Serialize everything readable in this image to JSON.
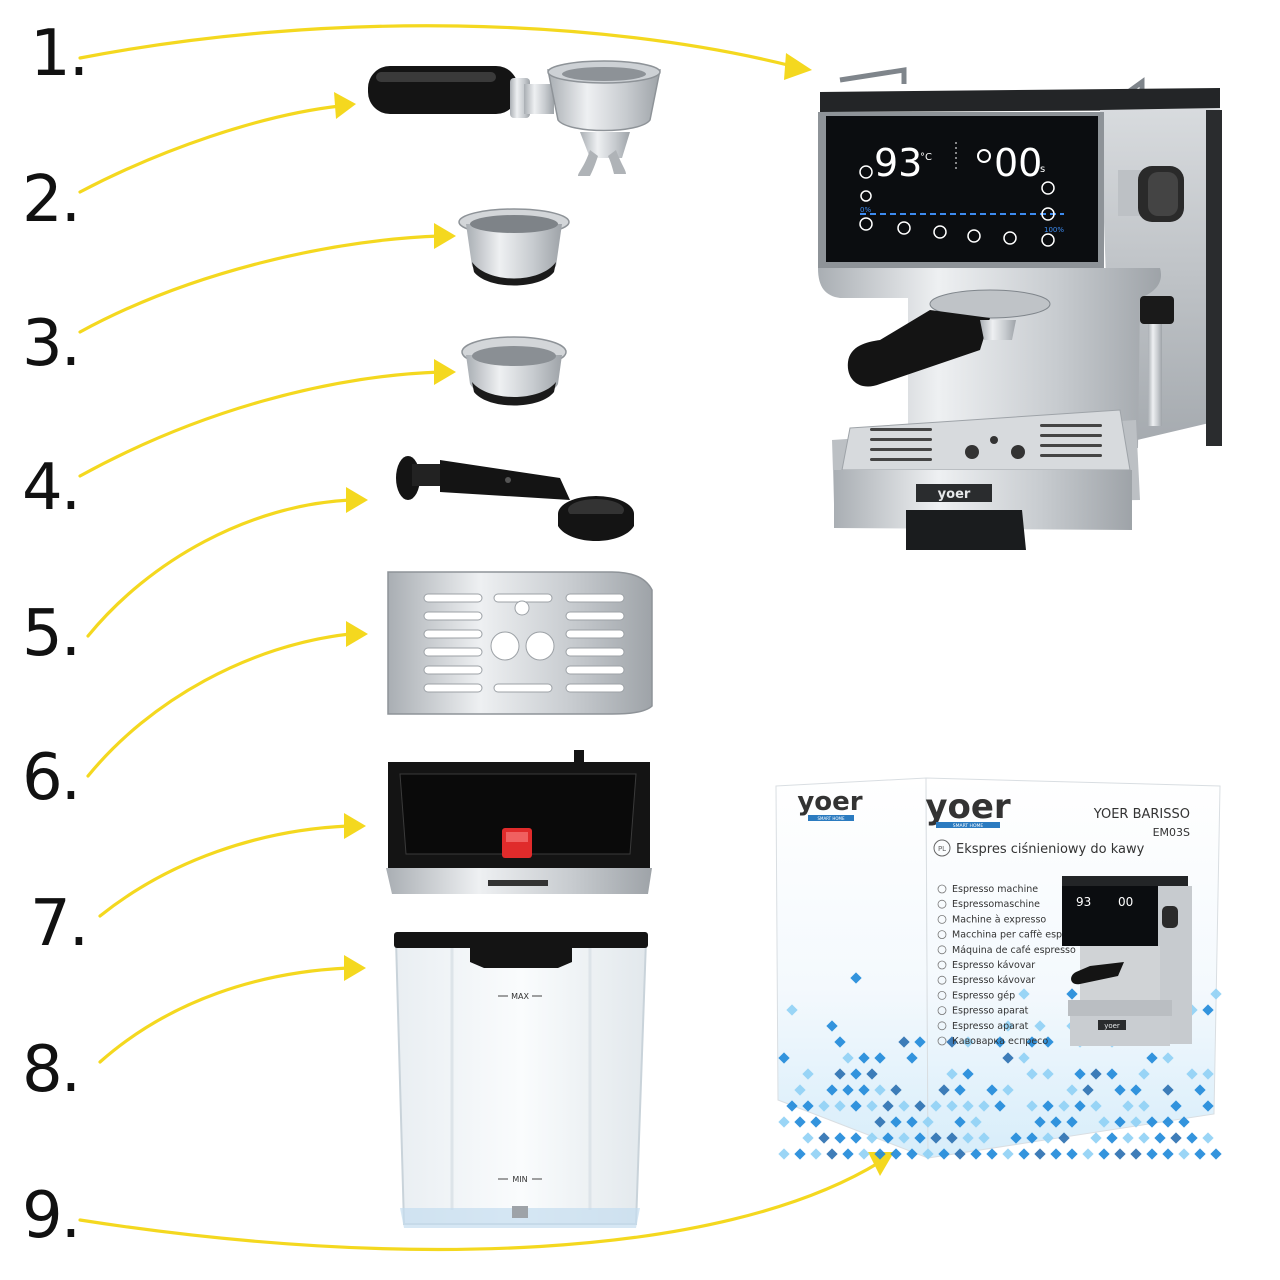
{
  "labels": [
    "1.",
    "2.",
    "3.",
    "4.",
    "5.",
    "6.",
    "7.",
    "8.",
    "9."
  ],
  "colors": {
    "arrow": "#F4D81F",
    "steel_light": "#E6E8EA",
    "steel_dark": "#9EA3A8",
    "black": "#141414",
    "panel": "#0B0D10",
    "display": "#FFFFFF",
    "display_accent": "#3D8BF0",
    "red_float": "#E02B2B",
    "tank_edge": "#C9D3DA",
    "box_blue": "#1E88D9",
    "box_light": "#8FD0F5"
  },
  "machine": {
    "temp_display": "93",
    "temp_unit": "°C",
    "time_display": "00",
    "time_unit": "s",
    "level_left": "0%",
    "level_right": "100%",
    "brand": "yoer"
  },
  "tank": {
    "max_label": "MAX",
    "min_label": "MIN"
  },
  "box": {
    "brand_small": "yoer",
    "brand_small_tag": "SMART HOME",
    "brand_large": "yoer",
    "brand_large_tag": "SMART HOME",
    "model_line": "YOER BARISSO",
    "model_code": "EM03S",
    "lang_code": "PL",
    "title": "Ekspres ciśnieniowy do kawy",
    "languages": [
      "Espresso machine",
      "Espressomaschine",
      "Machine à expresso",
      "Macchina per caffè espresso",
      "Máquina de café espresso",
      "Espresso kávovar",
      "Espresso kávovar",
      "Espresso gép",
      "Espresso aparat",
      "Espresso aparat",
      "Кавоварка еспресо"
    ],
    "mini_brand": "yoer"
  }
}
